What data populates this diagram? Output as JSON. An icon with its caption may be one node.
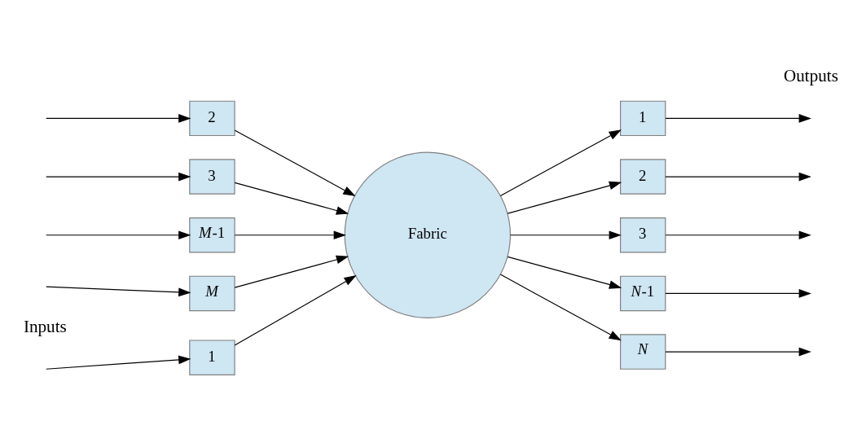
{
  "diagram": {
    "nodes": [
      {
        "text": [
          "1"
        ]
      },
      {
        "text": [
          "2"
        ]
      },
      {
        "text": [
          "3"
        ]
      },
      {
        "text": [
          "*M*-1"
        ]
      },
      {
        "text": [
          "*M*"
        ]
      },
      {
        "text": [
          "Fabric"
        ]
      },
      {
        "text": [
          "1"
        ]
      },
      {
        "text": [
          "2"
        ]
      },
      {
        "text": [
          "3"
        ]
      },
      {
        "text": [
          "*N*-1"
        ]
      },
      {
        "text": [
          "*N*"
        ]
      }
    ],
    "edges": [
      {
        "from": null,
        "to": 0,
        "arrow": "to"
      },
      {
        "from": null,
        "to": 1,
        "arrow": "to"
      },
      {
        "from": null,
        "to": 2,
        "arrow": "to"
      },
      {
        "from": null,
        "to": 3,
        "arrow": "to"
      },
      {
        "from": null,
        "to": 4,
        "arrow": "to"
      },
      {
        "from": 0,
        "to": 5,
        "arrow": "to"
      },
      {
        "from": 1,
        "to": 5,
        "arrow": "to"
      },
      {
        "from": 2,
        "to": 5,
        "arrow": "to"
      },
      {
        "from": 3,
        "to": 5,
        "arrow": "to"
      },
      {
        "from": 4,
        "to": 5,
        "arrow": "to"
      },
      {
        "from": 5,
        "to": 6,
        "arrow": "to"
      },
      {
        "from": 5,
        "to": 7,
        "arrow": "to"
      },
      {
        "from": 5,
        "to": 8,
        "arrow": "to"
      },
      {
        "from": 5,
        "to": 9,
        "arrow": "to"
      },
      {
        "from": 5,
        "to": 10,
        "arrow": "to"
      },
      {
        "from": 6,
        "to": null,
        "arrow": "to"
      },
      {
        "from": 7,
        "to": null,
        "arrow": "to"
      },
      {
        "from": 8,
        "to": null,
        "arrow": "to"
      },
      {
        "from": 9,
        "to": null,
        "arrow": "to"
      },
      {
        "from": 10,
        "to": null,
        "arrow": "to"
      }
    ],
    "labels": [
      "Inputs",
      "Outputs"
    ]
  }
}
